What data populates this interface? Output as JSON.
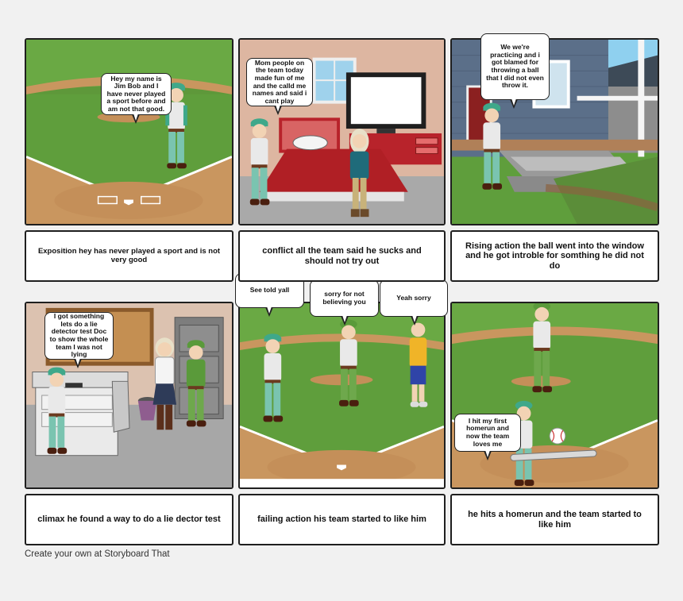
{
  "panels": [
    {
      "bubbles": [
        "Hey my name is Jim Bob and I have never played a sport before and am not that good."
      ],
      "caption": "Exposition hey has never played a sport and is not very good"
    },
    {
      "bubbles": [
        "Mom people on the team today made fun of me and the calld me names and said i cant play"
      ],
      "caption": "conflict all the team said he sucks and should not try out"
    },
    {
      "bubbles": [
        "We we're practicing and i got blamed for throwing a ball that I did not even throw it."
      ],
      "caption": "Rising action the ball went into the window and he got introble for somthing he did not do"
    },
    {
      "bubbles": [
        "I got something lets do a lie detector test Doc to show the whole team I was not lying"
      ],
      "caption": "climax  he found a way to do a lie dector test"
    },
    {
      "bubbles": [
        "See  told yall",
        "sorry for not believing you",
        "Yeah sorry"
      ],
      "caption": "failing action his team started to like him"
    },
    {
      "bubbles": [
        "I hit my first homerun and now the team loves me"
      ],
      "caption": "he hits a homerun and the team started to like him"
    }
  ],
  "footer": "Create your own at Storyboard That"
}
